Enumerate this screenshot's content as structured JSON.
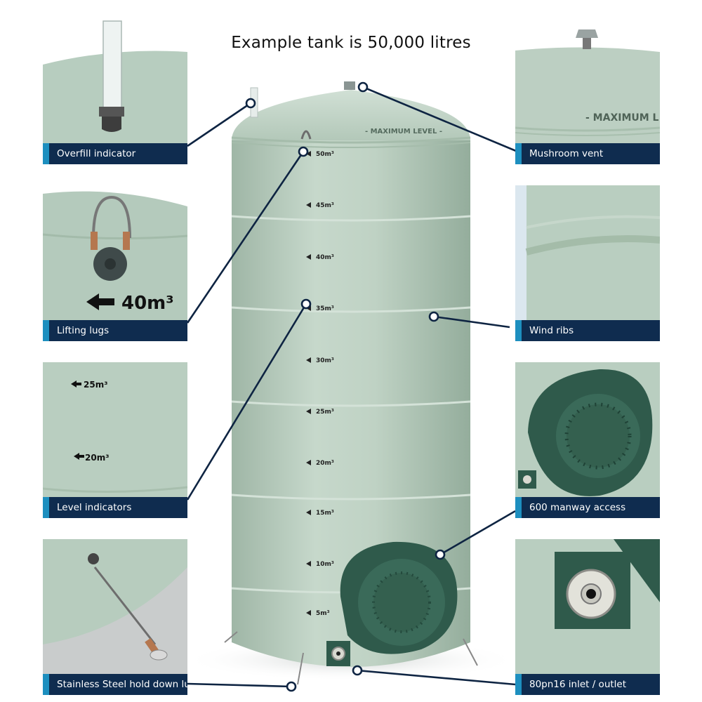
{
  "title": "Example tank is 50,000 litres",
  "tank": {
    "maximum_level_text": "- MAXIMUM LEVEL -",
    "level_marks": [
      "50m³",
      "45m³",
      "40m³",
      "35m³",
      "30m³",
      "25m³",
      "20m³",
      "15m³",
      "10m³",
      "5m³"
    ]
  },
  "panels": {
    "overfill_indicator": {
      "caption": "Overfill indicator"
    },
    "lifting_lugs": {
      "caption": "Lifting lugs",
      "detail_text": "40m³"
    },
    "level_indicators": {
      "caption": "Level indicators",
      "marks": [
        "25m³",
        "20m³"
      ]
    },
    "hold_down_lugs": {
      "caption": "Stainless Steel hold down lugs"
    },
    "mushroom_vent": {
      "caption": "Mushroom vent",
      "detail_text": "- MAXIMUM L"
    },
    "wind_ribs": {
      "caption": "Wind ribs"
    },
    "manway_access": {
      "caption": "600 manway access"
    },
    "inlet_outlet": {
      "caption": "80pn16 inlet / outlet"
    }
  },
  "colors": {
    "tank_body": "#b9cdbf",
    "tank_shadow": "#9fb7a7",
    "fitting_dark": "#2f5a4b",
    "caption_bg": "#0f2c4f",
    "caption_accent": "#1d8fbf",
    "callout": "#0e2442"
  }
}
